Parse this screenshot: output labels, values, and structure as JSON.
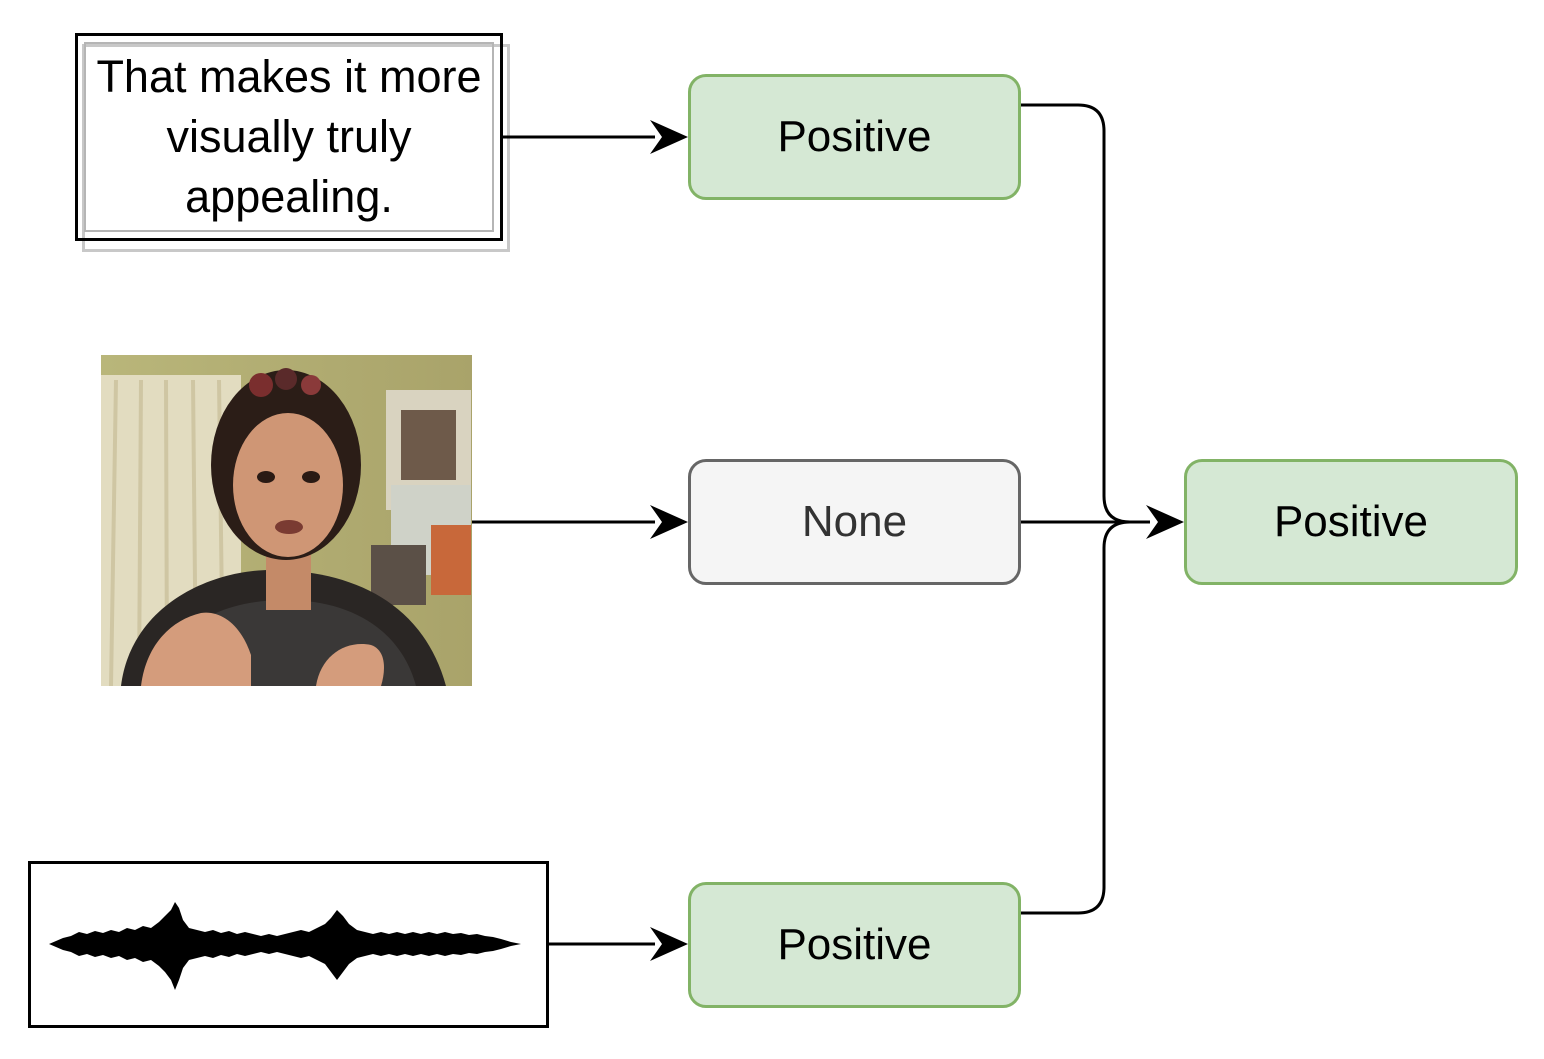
{
  "inputs": {
    "text": "That makes it more visually truly appealing."
  },
  "labels": {
    "text_modality": "Positive",
    "image_modality": "None",
    "audio_modality": "Positive",
    "fused": "Positive"
  },
  "colors": {
    "positive_fill": "#d5e8d4",
    "positive_border": "#82b366",
    "none_fill": "#f5f5f5",
    "none_border": "#666666"
  }
}
